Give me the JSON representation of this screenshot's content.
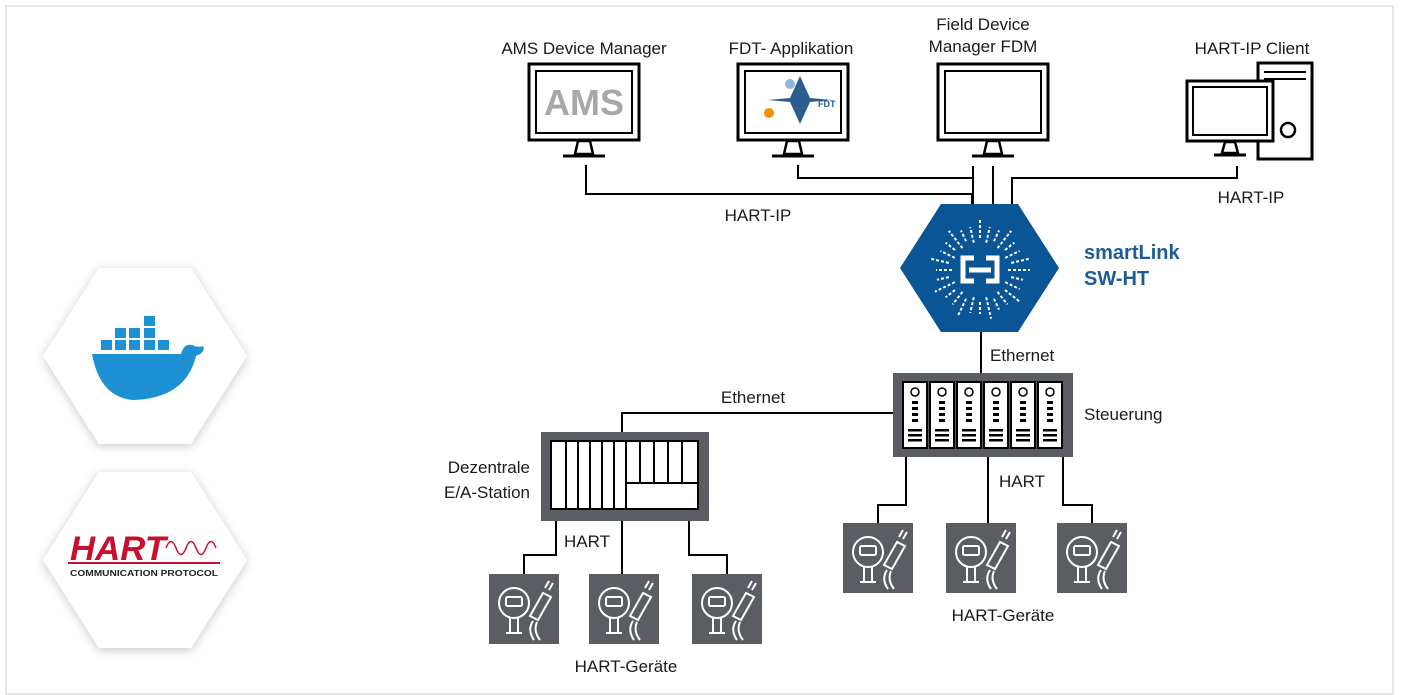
{
  "clients": {
    "ams": {
      "label": "AMS Device Manager",
      "screen_logo": "AMS"
    },
    "fdt": {
      "label": "FDT- Applikation",
      "screen_logo": "FDT"
    },
    "fdm": {
      "label_line1": "Field Device",
      "label_line2": "Manager FDM"
    },
    "hartip": {
      "label": "HART-IP Client"
    }
  },
  "links": {
    "hartip_left": "HART-IP",
    "hartip_right": "HART-IP",
    "ethernet_top": "Ethernet",
    "ethernet_left": "Ethernet",
    "hart_controller": "HART",
    "hart_station": "HART"
  },
  "gateway": {
    "name_line1": "smartLink",
    "name_line2": "SW-HT"
  },
  "controller": {
    "label": "Steuerung"
  },
  "station": {
    "label_line1": "Dezentrale",
    "label_line2": "E/A-Station"
  },
  "devices": {
    "group_right_label": "HART-Geräte",
    "group_left_label": "HART-Geräte"
  },
  "badges": {
    "docker": {
      "icon": "docker-whale-icon"
    },
    "hart": {
      "logo_text": "HART",
      "tagline": "COMMUNICATION PROTOCOL"
    }
  },
  "colors": {
    "gateway_blue": "#0a5596",
    "brand_text": "#1e5a96",
    "device_gray": "#5a5e62",
    "docker_blue": "#1d91d4",
    "hart_red": "#c8102e",
    "line": "#000000"
  }
}
